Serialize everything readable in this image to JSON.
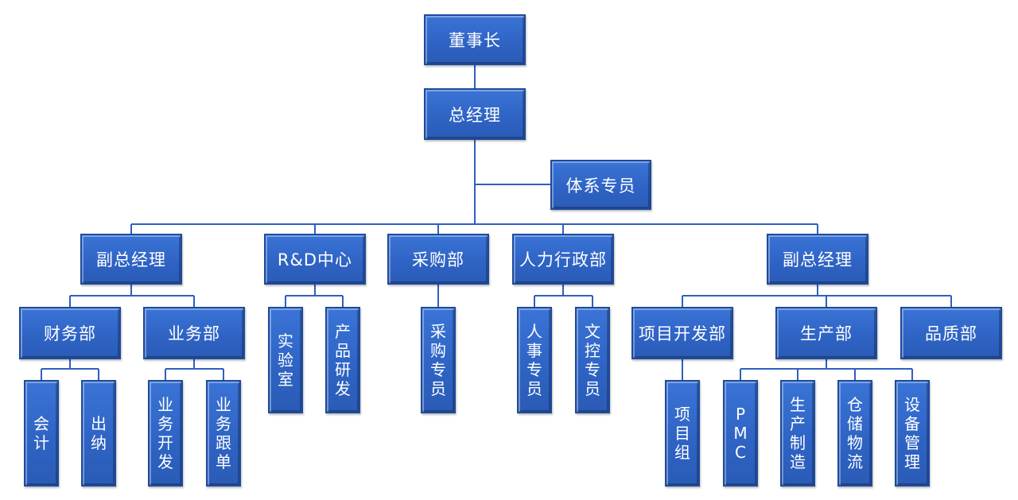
{
  "nodes": {
    "chairman": "董事长",
    "gm": "总经理",
    "system_specialist": "体系专员",
    "vgm_left": "副总经理",
    "rd_center": "R&D中心",
    "purchasing": "采购部",
    "hr_admin": "人力行政部",
    "vgm_right": "副总经理",
    "finance": "财务部",
    "sales": "业务部",
    "accounting": "会计",
    "cashier": "出纳",
    "biz_dev": "业务开发",
    "biz_follow": "业务跟单",
    "lab": "实验室",
    "product_rd": "产品研发",
    "purchasing_specialist": "采购专员",
    "personnel_specialist": "人事专员",
    "document_control_specialist": "文控专员",
    "project_dev": "项目开发部",
    "production": "生产部",
    "quality": "品质部",
    "project_team": "项目组",
    "pmc": "PMC",
    "manufacturing": "生产制造",
    "warehouse_logistics": "仓储物流",
    "equipment_mgmt": "设备管理"
  },
  "colors": {
    "box": "#2f64c5",
    "line": "#2f5fc0"
  }
}
